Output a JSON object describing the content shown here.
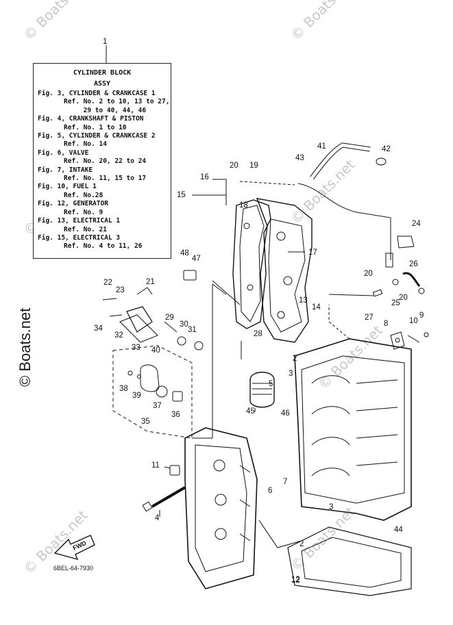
{
  "watermarks": {
    "diagonal": [
      "© Boats.net",
      "© Boats.net",
      "© Boats.net",
      "© Boats.net",
      "© Boats.net",
      "© Boats.net",
      "© Boats.net",
      "© Boats.net"
    ],
    "vertical": "© Boats.net"
  },
  "legend": {
    "title_line1": "CYLINDER BLOCK",
    "title_line2": "ASSY",
    "lines": [
      {
        "text": "Fig. 3, CYLINDER & CRANKCASE 1",
        "indent": false
      },
      {
        "text": "Ref. No. 2 to 10, 13 to 27,",
        "indent": true
      },
      {
        "text": "     29 to 40, 44, 46",
        "indent": true
      },
      {
        "text": "Fig. 4, CRANKSHAFT & PISTON",
        "indent": false
      },
      {
        "text": "Ref. No. 1 to 10",
        "indent": true
      },
      {
        "text": "Fig. 5, CYLINDER & CRANKCASE 2",
        "indent": false
      },
      {
        "text": "Ref. No. 14",
        "indent": true
      },
      {
        "text": "Fig. 6, VALVE",
        "indent": false
      },
      {
        "text": "Ref. No. 20, 22 to 24",
        "indent": true
      },
      {
        "text": "Fig. 7, INTAKE",
        "indent": false
      },
      {
        "text": "Ref. No. 11, 15 to 17",
        "indent": true
      },
      {
        "text": "Fig. 10, FUEL 1",
        "indent": false
      },
      {
        "text": "Ref. No.28",
        "indent": true
      },
      {
        "text": "Fig. 12, GENERATOR",
        "indent": false
      },
      {
        "text": "Ref. No. 9",
        "indent": true
      },
      {
        "text": "Fig. 13, ELECTRICAL 1",
        "indent": false
      },
      {
        "text": "Ref. No. 21",
        "indent": true
      },
      {
        "text": "Fig. 15, ELECTRICAL 3",
        "indent": false
      },
      {
        "text": "Ref. No. 4 to 11, 26",
        "indent": true
      }
    ]
  },
  "callouts": [
    "1",
    "2",
    "3",
    "2",
    "3",
    "4",
    "5",
    "6",
    "7",
    "8",
    "9",
    "10",
    "11",
    "12",
    "13",
    "14",
    "15",
    "16",
    "17",
    "18",
    "19",
    "20",
    "20",
    "20",
    "21",
    "22",
    "23",
    "24",
    "25",
    "26",
    "27",
    "28",
    "29",
    "30",
    "31",
    "32",
    "33",
    "34",
    "35",
    "36",
    "37",
    "38",
    "39",
    "40",
    "41",
    "42",
    "43",
    "44",
    "45",
    "46",
    "47",
    "48"
  ],
  "fwd_label": "FWD",
  "drawing_code": "6BEL-64-7930",
  "bottom_code": "12"
}
